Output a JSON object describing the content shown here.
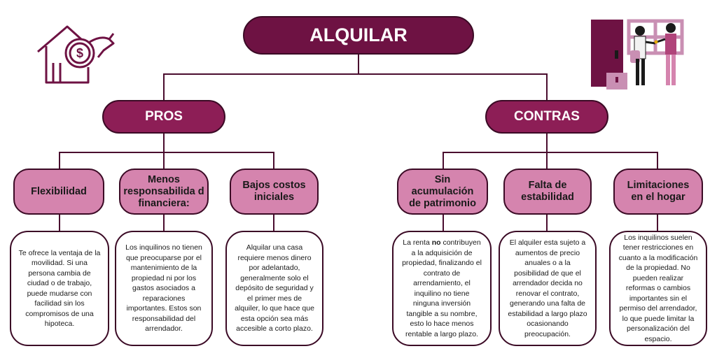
{
  "title": "ALQUILAR",
  "pros": {
    "label": "PROS",
    "items": [
      {
        "title": "Flexibilidad",
        "desc": "Te ofrece la ventaja de la movilidad. Si una persona cambia de ciudad o de trabajo, puede mudarse con facilidad sin los compromisos de una hipoteca."
      },
      {
        "title": "Menos responsabilida d financiera:",
        "desc": "Los inquilinos no tienen que preocuparse por el mantenimiento de la propiedad ni por los gastos asociados a reparaciones importantes. Estos son responsabilidad del arrendador."
      },
      {
        "title": "Bajos costos iniciales",
        "desc": "Alquilar una casa requiere menos dinero por adelantado, generalmente solo el depósito de seguridad y el primer mes de alquiler, lo que hace que esta opción sea más accesible a corto plazo."
      }
    ]
  },
  "contras": {
    "label": "CONTRAS",
    "items": [
      {
        "title": "Sin acumulación de patrimonio",
        "desc_pre": "La renta ",
        "desc_bold": "no",
        "desc_post": " contribuyen a la adquisición de propiedad, finalizando el contrato de arrendamiento, el inquilino no tiene ninguna inversión tangible a su nombre, esto lo hace menos rentable a largo plazo."
      },
      {
        "title": "Falta de estabilidad",
        "desc": "El alquiler esta sujeto a aumentos de precio anuales o a la posibilidad de que el arrendador decida no renovar el contrato, generando una falta de estabilidad a largo plazo ocasionando preocupación."
      },
      {
        "title": "Limitaciones en el hogar",
        "desc": "Los inquilinos suelen tener restricciones en cuanto a la modificación de la propiedad. No pueden realizar reformas o cambios importantes sin el permiso del arrendador, lo que puede limitar la personalización del espacio."
      }
    ]
  },
  "colors": {
    "dark": "#6e1243",
    "mid": "#8d1e56",
    "pink": "#d584ae",
    "line": "#4a0d2e"
  },
  "icons": [
    "house-money-hand-icon",
    "key-handover-illustration"
  ]
}
